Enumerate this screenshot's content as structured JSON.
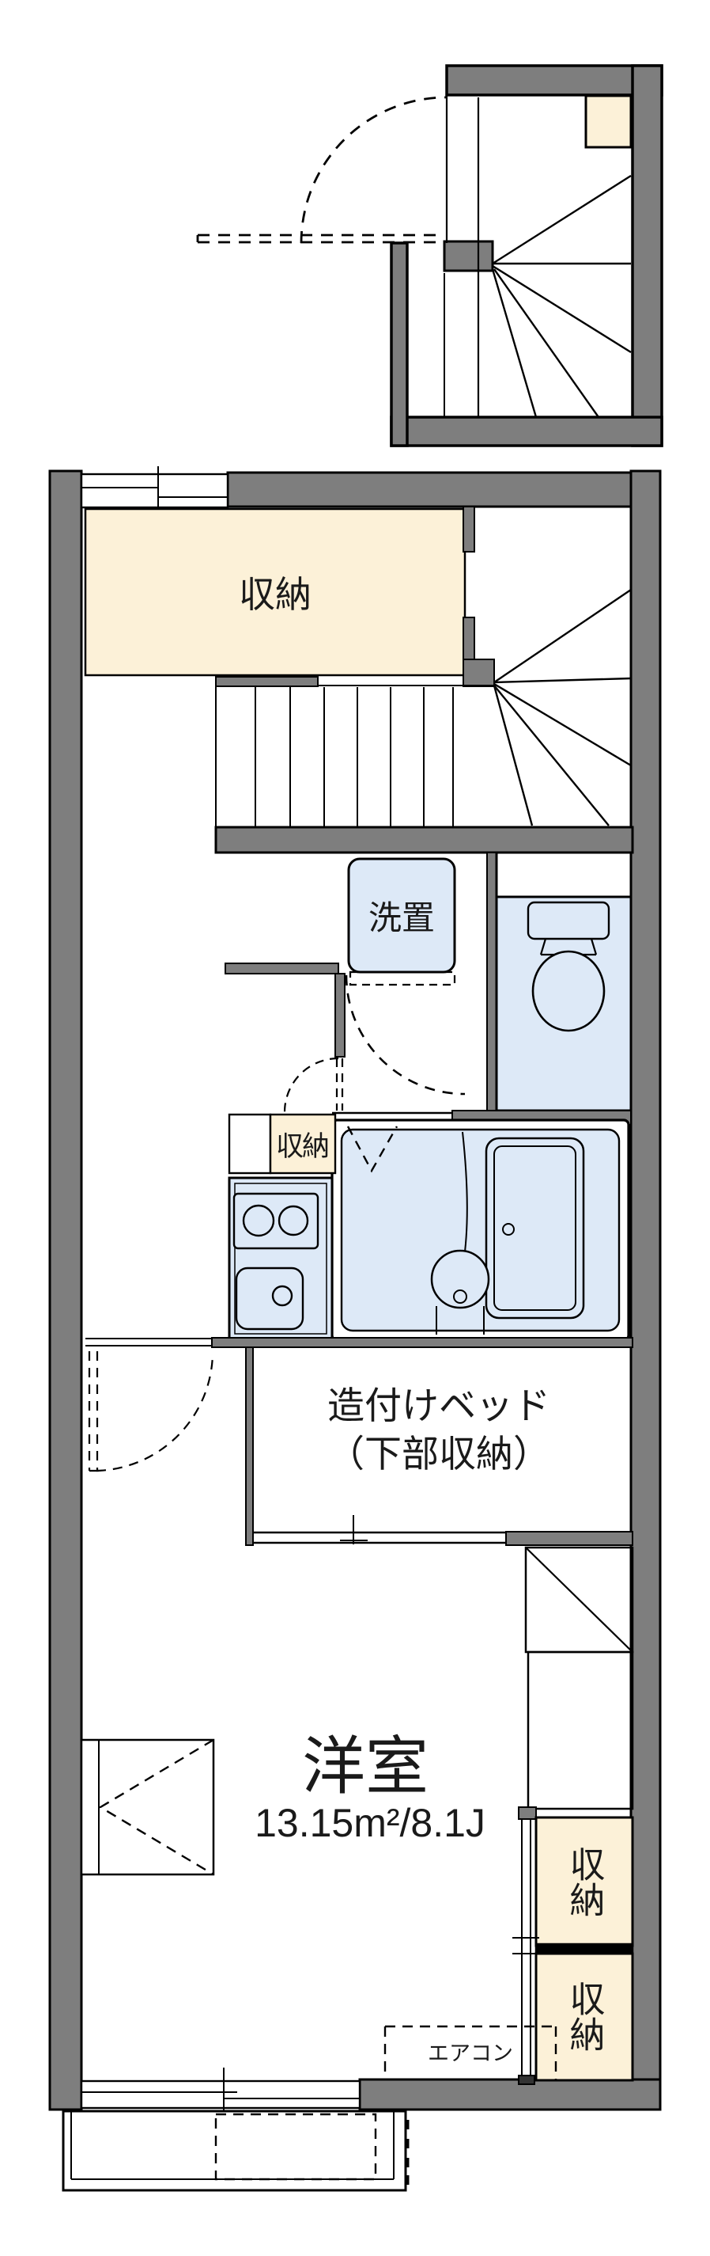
{
  "plan": {
    "labels": {
      "closet_upper": "収納",
      "closet_kitchen": "収納",
      "laundry": "洗置",
      "bed_line1": "造付けベッド",
      "bed_line2": "（下部収納）",
      "room_name": "洋室",
      "room_area": "13.15m²/8.1J",
      "aircon": "エアコン",
      "closet_right_1": "収納",
      "closet_right_2": "収納"
    },
    "colors": {
      "wall_gray": "#7e7e7e",
      "closet_cream": "#fcf1d8",
      "fixture_blue": "#dde9f7",
      "line_black": "#000000",
      "background": "#ffffff"
    }
  }
}
